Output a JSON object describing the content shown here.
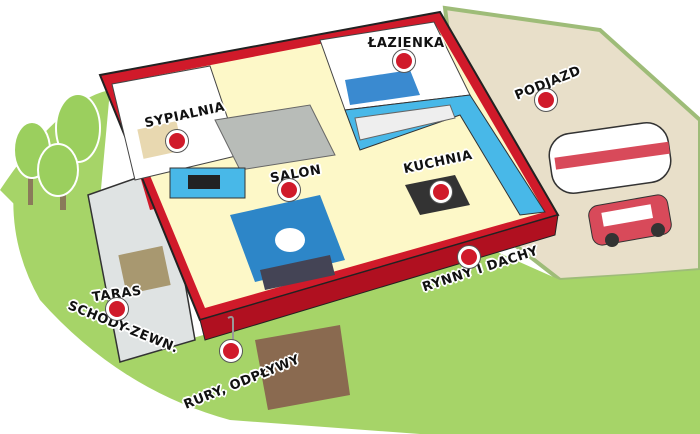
{
  "hotspots": [
    {
      "id": "lazienka",
      "label": "ŁAZIENKA"
    },
    {
      "id": "podjazd",
      "label": "PODJAZD"
    },
    {
      "id": "sypialnia",
      "label": "SYPIALNIA"
    },
    {
      "id": "salon",
      "label": "SALON"
    },
    {
      "id": "kuchnia",
      "label": "KUCHNIA"
    },
    {
      "id": "rynny",
      "label": "RYNNY I DACHY"
    },
    {
      "id": "taras",
      "label": "TARAS"
    },
    {
      "id": "schody",
      "label": "SCHODY-ZEWN."
    },
    {
      "id": "rury",
      "label": "RURY, ODPŁYWY"
    }
  ],
  "colors": {
    "wall": "#d01a2a",
    "floor": "#fdf8c8",
    "lawn": "#a6d468",
    "driveway": "#e8dfc9",
    "water": "#48b8e8"
  }
}
